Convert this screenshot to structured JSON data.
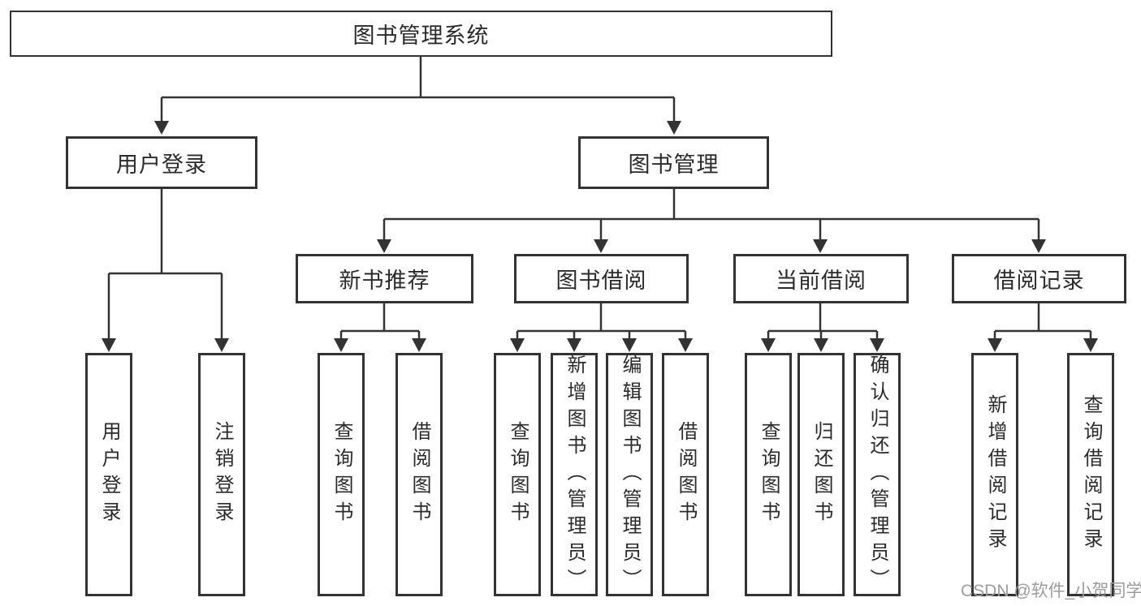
{
  "root": {
    "label": "图书管理系统"
  },
  "level2": [
    {
      "label": "用户登录"
    },
    {
      "label": "图书管理"
    }
  ],
  "level3": [
    {
      "label": "新书推荐"
    },
    {
      "label": "图书借阅"
    },
    {
      "label": "当前借阅"
    },
    {
      "label": "借阅记录"
    }
  ],
  "leaves": {
    "user_login": [
      "用户登录",
      "注销登录"
    ],
    "new_book_recommend": [
      "查询图书",
      "借阅图书"
    ],
    "book_borrowing": [
      "查询图书",
      "新增图书（管理员）",
      "编辑图书（管理员）",
      "借阅图书"
    ],
    "current_borrowing": [
      "查询图书",
      "归还图书",
      "确认归还（管理员）"
    ],
    "borrowing_records": [
      "新增借阅记录",
      "查询借阅记录"
    ]
  },
  "watermark": {
    "text": "CSDN @软件_小贺同学"
  },
  "colors": {
    "line": "#333333",
    "box_border": "#333333",
    "text": "#2b2b2b",
    "watermark": "#9c9c9c",
    "background": "#ffffff"
  }
}
